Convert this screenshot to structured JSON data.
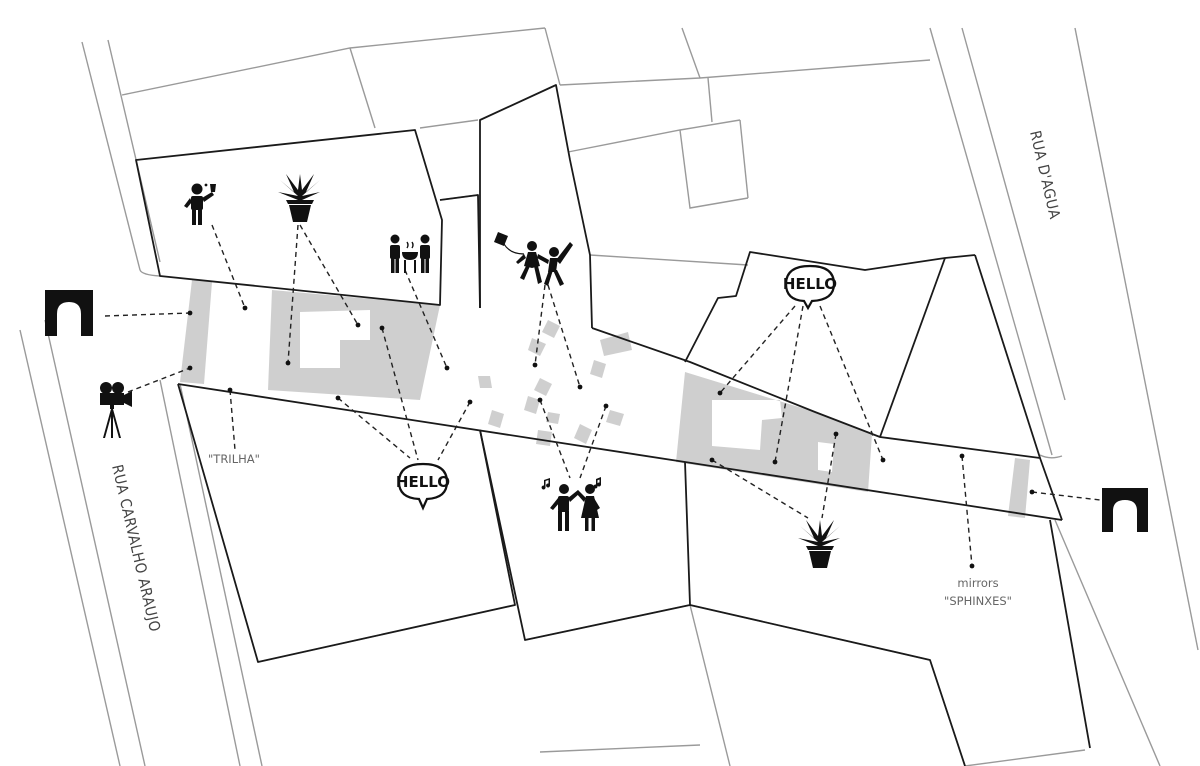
{
  "streets": {
    "west": "RUA CARVALHO ARAUJO",
    "east": "RUA D'AGUA"
  },
  "annotations": {
    "trilha": "\"TRILHA\"",
    "mirrors": "mirrors",
    "sphinxes": "\"SPHINXES\""
  },
  "speech_bubbles": [
    "HELLO",
    "HELLO"
  ],
  "icons": [
    "gateway-arch-icon",
    "gateway-arch-icon",
    "film-camera-tripod-icon",
    "person-with-drink-icon",
    "potted-plant-icon",
    "potted-plant-icon",
    "barbecue-people-icon",
    "kite-and-kids-icon",
    "dancing-couple-icon",
    "speech-bubble-icon"
  ],
  "colors": {
    "block_outline": "#1a1a1a",
    "street_line": "#9a9a9a",
    "courtyard_fill": "#cfcfcf",
    "icon": "#111111"
  }
}
